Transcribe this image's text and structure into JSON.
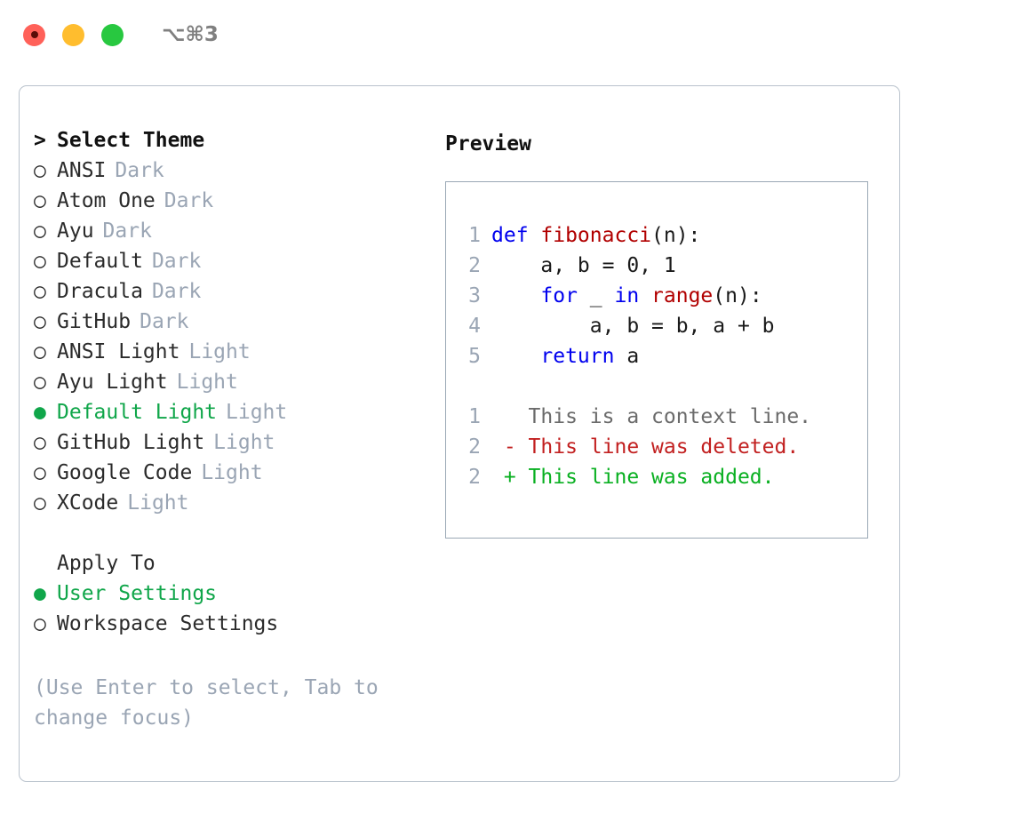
{
  "titlebar": {
    "shortcut": "⌥⌘3",
    "buttons": [
      {
        "name": "close",
        "color": "#ff6159"
      },
      {
        "name": "minimize",
        "color": "#ffbd2e"
      },
      {
        "name": "maximize",
        "color": "#28c840"
      }
    ]
  },
  "accent_color": "#10a64a",
  "muted_color": "#9aa5b4",
  "theme_list": {
    "header": "Select Theme",
    "header_marker": ">",
    "items": [
      {
        "bullet": "○",
        "name": "ANSI",
        "badge": "Dark",
        "selected": false
      },
      {
        "bullet": "○",
        "name": "Atom One",
        "badge": "Dark",
        "selected": false
      },
      {
        "bullet": "○",
        "name": "Ayu",
        "badge": "Dark",
        "selected": false
      },
      {
        "bullet": "○",
        "name": "Default",
        "badge": "Dark",
        "selected": false
      },
      {
        "bullet": "○",
        "name": "Dracula",
        "badge": "Dark",
        "selected": false
      },
      {
        "bullet": "○",
        "name": "GitHub",
        "badge": "Dark",
        "selected": false
      },
      {
        "bullet": "○",
        "name": "ANSI Light",
        "badge": "Light",
        "selected": false
      },
      {
        "bullet": "○",
        "name": "Ayu Light",
        "badge": "Light",
        "selected": false
      },
      {
        "bullet": "●",
        "name": "Default Light",
        "badge": "Light",
        "selected": true
      },
      {
        "bullet": "○",
        "name": "GitHub Light",
        "badge": "Light",
        "selected": false
      },
      {
        "bullet": "○",
        "name": "Google Code",
        "badge": "Light",
        "selected": false
      },
      {
        "bullet": "○",
        "name": "XCode",
        "badge": "Light",
        "selected": false
      }
    ]
  },
  "apply_to": {
    "header": "Apply To",
    "items": [
      {
        "bullet": "●",
        "name": "User Settings",
        "selected": true
      },
      {
        "bullet": "○",
        "name": "Workspace Settings",
        "selected": false
      }
    ]
  },
  "hint": "(Use Enter to select, Tab to change focus)",
  "preview": {
    "title": "Preview",
    "code_lines": [
      {
        "no": "1",
        "tokens": [
          {
            "t": "def ",
            "c": "kw"
          },
          {
            "t": "fibonacci",
            "c": "fn"
          },
          {
            "t": "(n):",
            "c": "plain"
          }
        ]
      },
      {
        "no": "2",
        "tokens": [
          {
            "t": "    a, b = 0, 1",
            "c": "plain"
          }
        ]
      },
      {
        "no": "3",
        "tokens": [
          {
            "t": "    ",
            "c": "plain"
          },
          {
            "t": "for",
            "c": "kw"
          },
          {
            "t": " _ ",
            "c": "plain"
          },
          {
            "t": "in",
            "c": "kw"
          },
          {
            "t": " ",
            "c": "plain"
          },
          {
            "t": "range",
            "c": "fn"
          },
          {
            "t": "(n):",
            "c": "plain"
          }
        ]
      },
      {
        "no": "4",
        "tokens": [
          {
            "t": "        a, b = b, a + b",
            "c": "plain"
          }
        ]
      },
      {
        "no": "5",
        "tokens": [
          {
            "t": "    ",
            "c": "plain"
          },
          {
            "t": "return",
            "c": "kw"
          },
          {
            "t": " a",
            "c": "plain"
          }
        ]
      }
    ],
    "diff_lines": [
      {
        "no": "1",
        "tokens": [
          {
            "t": "   This is a context line.",
            "c": "ctx"
          }
        ]
      },
      {
        "no": "2",
        "tokens": [
          {
            "t": " - This line was deleted.",
            "c": "del"
          }
        ]
      },
      {
        "no": "2",
        "tokens": [
          {
            "t": " + This line was added.",
            "c": "add"
          }
        ]
      }
    ]
  }
}
